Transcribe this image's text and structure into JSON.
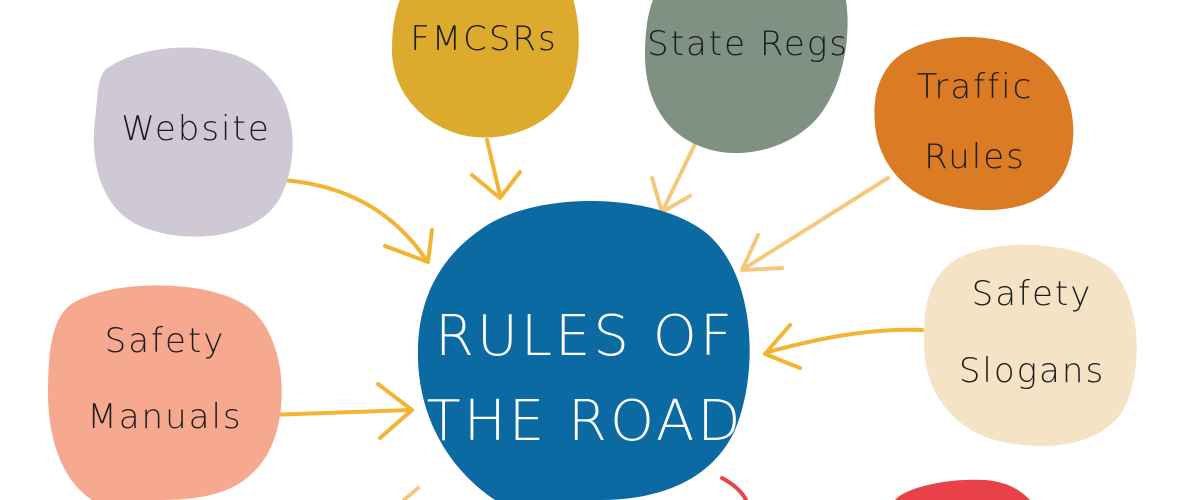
{
  "center": {
    "line1": "RULES OF",
    "line2": "THE ROAD",
    "color": "#0b6aa2"
  },
  "nodes": {
    "website": {
      "label": "Website",
      "color": "#cfc9d6"
    },
    "fmcsrs": {
      "label": "FMCSRs",
      "color": "#dcaa2c"
    },
    "state_regs": {
      "label": "State Regs",
      "color": "#7e9182"
    },
    "traffic_rules": {
      "line1": "Traffic",
      "line2": "Rules",
      "color": "#db7b23"
    },
    "safety_slogans": {
      "line1": "Safety",
      "line2": "Slogans",
      "color": "#f5e3c5"
    },
    "safety_manuals": {
      "line1": "Safety",
      "line2": "Manuals",
      "color": "#f6a98f"
    }
  },
  "colors": {
    "arrow_orange": "#f2b431",
    "arrow_light": "#f5c87d",
    "arrow_red": "#e8414a",
    "partial_blob_red": "#e8414a"
  }
}
